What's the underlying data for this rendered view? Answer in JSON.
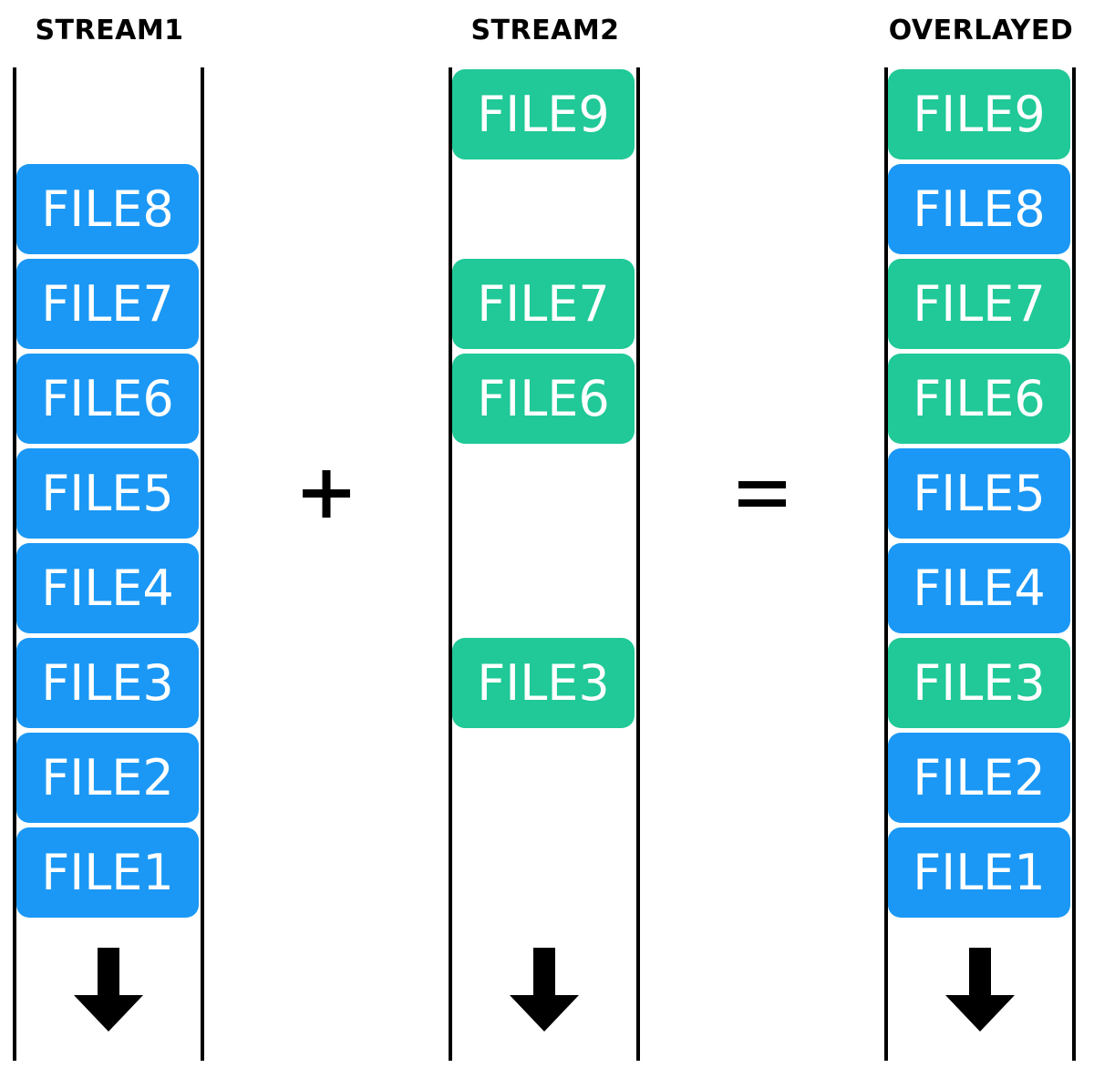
{
  "colors": {
    "stream1": "#1b98f5",
    "stream2": "#20c997",
    "line": "#000000"
  },
  "columns": [
    {
      "title": "STREAM1",
      "files": [
        {
          "label": "FILE8",
          "slot": 1,
          "stream": "stream1"
        },
        {
          "label": "FILE7",
          "slot": 2,
          "stream": "stream1"
        },
        {
          "label": "FILE6",
          "slot": 3,
          "stream": "stream1"
        },
        {
          "label": "FILE5",
          "slot": 4,
          "stream": "stream1"
        },
        {
          "label": "FILE4",
          "slot": 5,
          "stream": "stream1"
        },
        {
          "label": "FILE3",
          "slot": 6,
          "stream": "stream1"
        },
        {
          "label": "FILE2",
          "slot": 7,
          "stream": "stream1"
        },
        {
          "label": "FILE1",
          "slot": 8,
          "stream": "stream1"
        }
      ]
    },
    {
      "title": "STREAM2",
      "files": [
        {
          "label": "FILE9",
          "slot": 0,
          "stream": "stream2"
        },
        {
          "label": "FILE7",
          "slot": 2,
          "stream": "stream2"
        },
        {
          "label": "FILE6",
          "slot": 3,
          "stream": "stream2"
        },
        {
          "label": "FILE3",
          "slot": 6,
          "stream": "stream2"
        }
      ]
    },
    {
      "title": "OVERLAYED",
      "files": [
        {
          "label": "FILE9",
          "slot": 0,
          "stream": "stream2"
        },
        {
          "label": "FILE8",
          "slot": 1,
          "stream": "stream1"
        },
        {
          "label": "FILE7",
          "slot": 2,
          "stream": "stream2"
        },
        {
          "label": "FILE6",
          "slot": 3,
          "stream": "stream2"
        },
        {
          "label": "FILE5",
          "slot": 4,
          "stream": "stream1"
        },
        {
          "label": "FILE4",
          "slot": 5,
          "stream": "stream1"
        },
        {
          "label": "FILE3",
          "slot": 6,
          "stream": "stream2"
        },
        {
          "label": "FILE2",
          "slot": 7,
          "stream": "stream1"
        },
        {
          "label": "FILE1",
          "slot": 8,
          "stream": "stream1"
        }
      ]
    }
  ],
  "operators": {
    "plus": "plus-sign",
    "equals": "equals-sign"
  },
  "icons": {
    "arrow": "arrow-down-icon"
  }
}
